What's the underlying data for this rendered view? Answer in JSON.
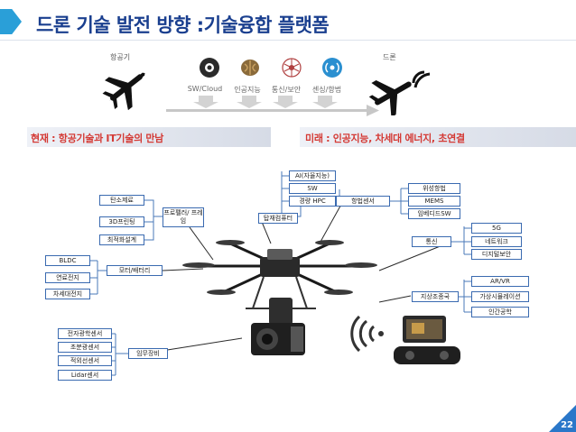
{
  "title": "드론 기술 발전 방향 :기술융합 플랫폼",
  "top_labels": {
    "aircraft": "항공기",
    "drone": "드론"
  },
  "tech_items": [
    {
      "label": "SW/Cloud",
      "icon": "cloud-camera-icon",
      "color": "#222222"
    },
    {
      "label": "인공지능",
      "icon": "brain-icon",
      "color": "#8a6a3a"
    },
    {
      "label": "통신/보안",
      "icon": "network-icon",
      "color": "#b04040"
    },
    {
      "label": "센싱/항법",
      "icon": "broadcast-icon",
      "color": "#2a8fd0"
    }
  ],
  "banners": {
    "present": "현재 : 항공기술과 IT기술의 만남",
    "future": "미래 : 인공지능, 차세대 에너지, 초연결"
  },
  "diagram": {
    "center": {
      "top_computer": "탑재컴퓨터",
      "nav_sensor": "항법센서"
    },
    "ai_group": [
      "AI(자율지능)",
      "SW",
      "경량 HPC"
    ],
    "nav_group": [
      "위성항법",
      "MEMS",
      "임베디드SW"
    ],
    "comm": {
      "label": "통신",
      "items": [
        "5G",
        "네트워크",
        "디지털보안"
      ]
    },
    "ui": {
      "label": "지상조종국",
      "items": [
        "AR/VR",
        "가상시뮬레이션",
        "인간공학"
      ]
    },
    "left_top": [
      "탄소제료",
      "3D프린팅",
      "최적화설계"
    ],
    "propeller": "프로펠러/ 프레임",
    "motor": {
      "label": "모터/배터리",
      "items": [
        "BLDC",
        "연료전지",
        "차세대전지"
      ]
    },
    "mission": {
      "label": "임무장비",
      "items": [
        "전자광학센서",
        "초분광센서",
        "적외선센서",
        "Lidar센서"
      ]
    }
  },
  "colors": {
    "accent": "#2a9fd8",
    "title": "#1a3f8f",
    "banner_text": "#d43a35",
    "box_border": "#3a6ab0"
  },
  "page_number": "22"
}
